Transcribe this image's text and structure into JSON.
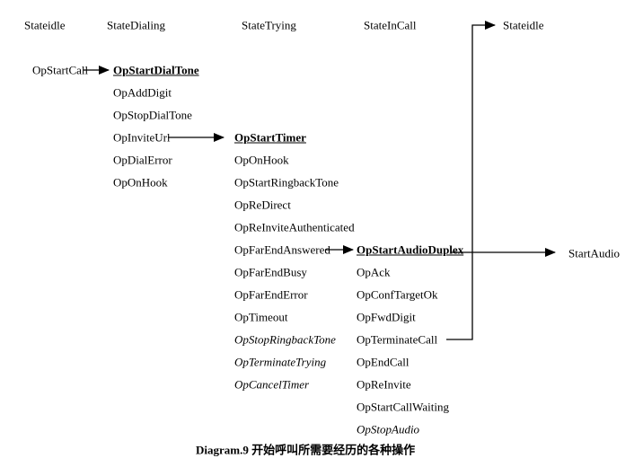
{
  "states": [
    "Stateidle",
    "StateDialing",
    "StateTrying",
    "StateInCall",
    "Stateidle"
  ],
  "trigger": "OpStartCall",
  "result": "StartAudio",
  "ops_dialing": [
    "OpStartDialTone",
    "OpAddDigit",
    "OpStopDialTone",
    "OpInviteUrl",
    "OpDialError",
    "OpOnHook"
  ],
  "ops_trying": [
    "OpStartTimer",
    "OpOnHook",
    "OpStartRingbackTone",
    "OpReDirect",
    "OpReInviteAuthenticated",
    "OpFarEndAnswered",
    "OpFarEndBusy",
    "OpFarEndError",
    "OpTimeout",
    "OpStopRingbackTone",
    "OpTerminateTrying",
    "OpCancelTimer"
  ],
  "ops_incall": [
    "OpStartAudioDuplex",
    "OpAck",
    "OpConfTargetOk",
    "OpFwdDigit",
    "OpTerminateCall",
    "OpEndCall",
    "OpReInvite",
    "OpStartCallWaiting",
    "OpStopAudio"
  ],
  "caption": "Diagram.9 开始呼叫所需要经历的各种操作",
  "colors": {
    "ink": "#000000",
    "background": "#ffffff"
  }
}
